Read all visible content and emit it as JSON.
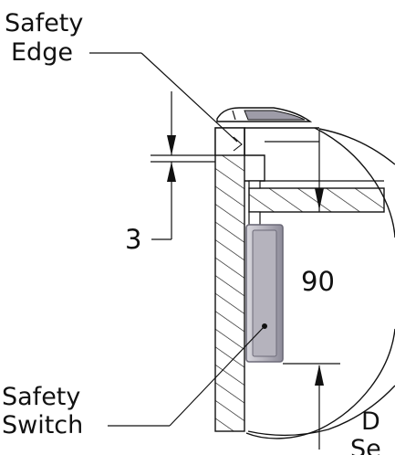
{
  "labels": {
    "safety_edge_line1": "Safety",
    "safety_edge_line2": "Edge",
    "safety_switch_line1": "Safety",
    "safety_switch_line2": "Switch",
    "dimension_gap": "3",
    "dimension_height": "90",
    "clipped_line1": "D",
    "clipped_line2": "Se"
  },
  "colors": {
    "line": "#111111",
    "hatch": "#111111",
    "switch_fill": "#b5b3bd",
    "switch_highlight": "#d9d8de",
    "switch_edge": "#6c6a78",
    "cap_fill": "#9e9ca8"
  }
}
